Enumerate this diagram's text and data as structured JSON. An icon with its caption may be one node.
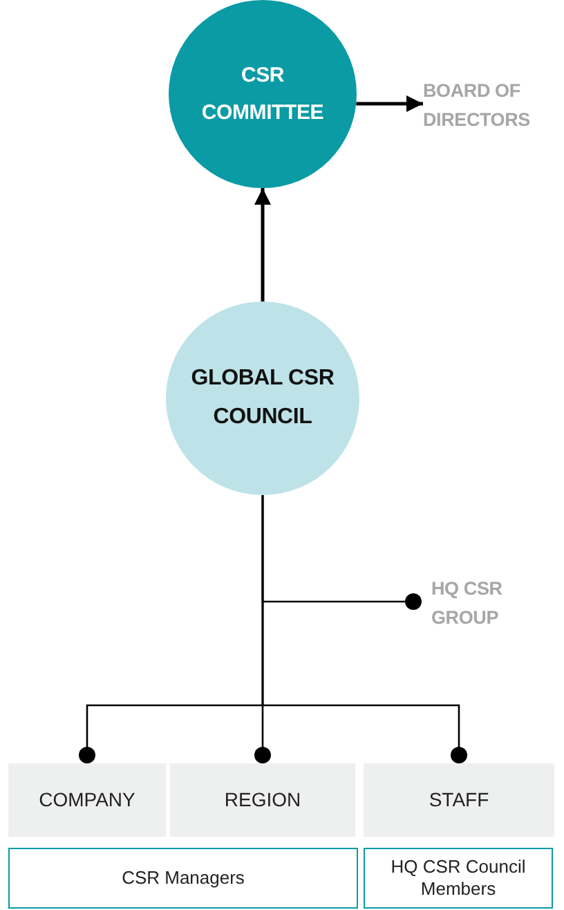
{
  "diagram": {
    "nodes": [
      {
        "text": [
          "CSR COMMITTEE"
        ]
      },
      {
        "text": [
          "BOARD OF DIRECTORS"
        ]
      },
      {
        "text": [
          "GLOBAL CSR COUNCIL"
        ]
      },
      {
        "text": [
          "HQ CSR GROUP"
        ]
      },
      {
        "text": [
          "COMPANY"
        ]
      },
      {
        "text": [
          "REGION"
        ]
      },
      {
        "text": [
          "STAFF"
        ]
      },
      {
        "text": [
          "CSR Managers"
        ]
      },
      {
        "text": [
          "HQ CSR Council Members"
        ]
      }
    ],
    "edges": [
      {
        "from": 0,
        "to": 1,
        "arrow": "to"
      },
      {
        "from": 2,
        "to": 0,
        "arrow": "to"
      },
      {
        "from": 2,
        "to": 3,
        "arrow": "other"
      },
      {
        "from": 2,
        "to": 4,
        "arrow": "other"
      },
      {
        "from": 2,
        "to": 5,
        "arrow": "other"
      },
      {
        "from": 2,
        "to": 6,
        "arrow": "other"
      }
    ]
  }
}
